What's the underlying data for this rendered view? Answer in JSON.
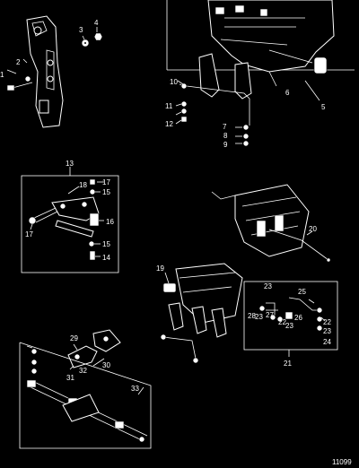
{
  "diagram": {
    "figure_number": "11099",
    "callouts": [
      {
        "id": "c1",
        "text": "1"
      },
      {
        "id": "c2",
        "text": "2"
      },
      {
        "id": "c3",
        "text": "3"
      },
      {
        "id": "c4",
        "text": "4"
      },
      {
        "id": "c5",
        "text": "5"
      },
      {
        "id": "c6",
        "text": "6"
      },
      {
        "id": "c7",
        "text": "7"
      },
      {
        "id": "c8",
        "text": "8"
      },
      {
        "id": "c9",
        "text": "9"
      },
      {
        "id": "c10",
        "text": "10"
      },
      {
        "id": "c11",
        "text": "11"
      },
      {
        "id": "c12",
        "text": "12"
      },
      {
        "id": "c13",
        "text": "13"
      },
      {
        "id": "c14",
        "text": "14"
      },
      {
        "id": "c15a",
        "text": "15"
      },
      {
        "id": "c15b",
        "text": "15"
      },
      {
        "id": "c16",
        "text": "16"
      },
      {
        "id": "c17a",
        "text": "17"
      },
      {
        "id": "c17b",
        "text": "17"
      },
      {
        "id": "c18",
        "text": "18"
      },
      {
        "id": "c19",
        "text": "19"
      },
      {
        "id": "c20",
        "text": "20"
      },
      {
        "id": "c21",
        "text": "21"
      },
      {
        "id": "c22a",
        "text": "22"
      },
      {
        "id": "c22b",
        "text": "22"
      },
      {
        "id": "c23a",
        "text": "23"
      },
      {
        "id": "c23b",
        "text": "23"
      },
      {
        "id": "c23c",
        "text": "23"
      },
      {
        "id": "c23d",
        "text": "23"
      },
      {
        "id": "c24",
        "text": "24"
      },
      {
        "id": "c25",
        "text": "25"
      },
      {
        "id": "c26",
        "text": "26"
      },
      {
        "id": "c27",
        "text": "27"
      },
      {
        "id": "c28",
        "text": "28"
      },
      {
        "id": "c29",
        "text": "29"
      },
      {
        "id": "c30",
        "text": "30"
      },
      {
        "id": "c31",
        "text": "31"
      },
      {
        "id": "c32",
        "text": "32"
      },
      {
        "id": "c33",
        "text": "33"
      }
    ]
  }
}
